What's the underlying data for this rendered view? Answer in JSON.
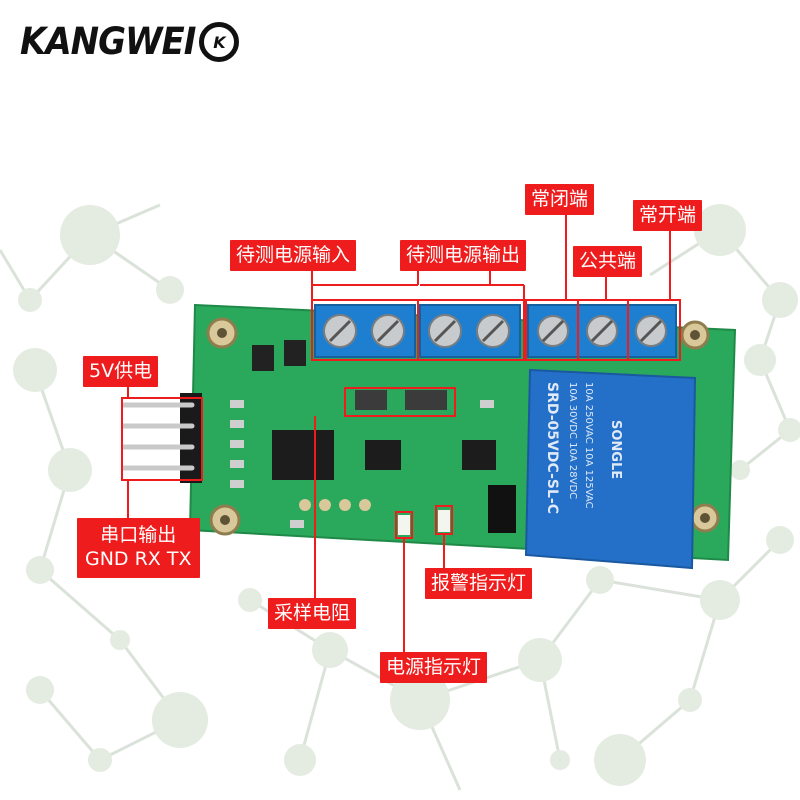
{
  "brand": {
    "name": "KANGWEI",
    "badge": "K"
  },
  "labels": {
    "input_terminal": "待测电源输入",
    "output_terminal": "待测电源输出",
    "normally_closed": "常闭端",
    "common": "公共端",
    "normally_open": "常开端",
    "power_5v": "5V供电",
    "serial_line1": "串口输出",
    "serial_line2": "GND RX TX",
    "alarm_led": "报警指示灯",
    "sampling_resistor": "采样电阻",
    "power_led": "电源指示灯"
  },
  "relay": {
    "brand": "SONGLE",
    "model": "SRD-05VDC-SL-C",
    "rating1": "10A 250VAC 10A 125VAC",
    "rating2": "10A 30VDC 10A 28VDC"
  },
  "colors": {
    "accent": "#ee1c1c",
    "pcb": "#27a85a",
    "terminal": "#1e7fd0",
    "relay": "#2470c8"
  }
}
